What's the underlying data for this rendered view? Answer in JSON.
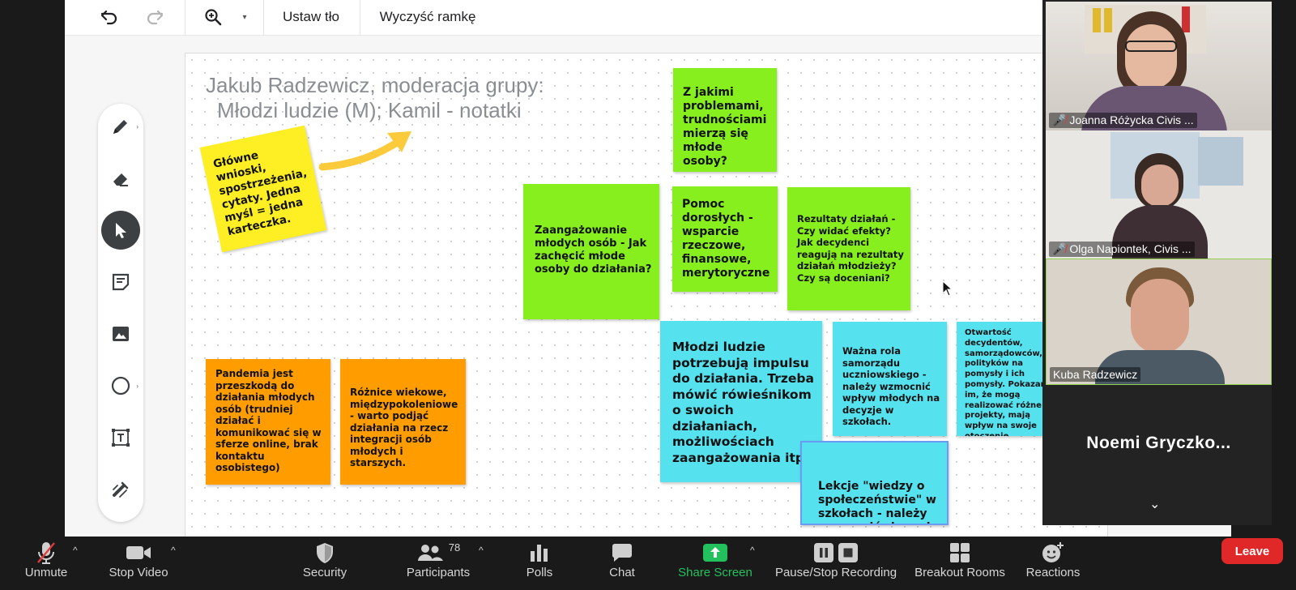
{
  "toolbar": {
    "undo_icon": "undo-icon",
    "redo_icon": "redo-icon",
    "zoom_icon": "zoom-icon",
    "set_background_label": "Ustaw tło",
    "clear_frame_label": "Wyczyść ramkę"
  },
  "board": {
    "title_line1": "Jakub Radzewicz, moderacja grupy:",
    "title_line2": "Młodzi ludzie (M); Kamil - notatki"
  },
  "notes": {
    "main_conclusions": "Główne wnioski, spostrzeżenia, cytaty. Jedna myśl = jedna karteczka.",
    "problems_question": "Z jakimi problemami, trudnościami mierzą się młode osoby?",
    "engagement": "Zaangażowanie młodych osób - Jak zachęcić młode osoby do działania?",
    "adult_help": "Pomoc dorosłych - wsparcie rzeczowe, finansowe, merytoryczne",
    "results": "Rezultaty działań - Czy widać efekty? Jak decydenci reagują na rezultaty działań młodzieży? Czy są doceniani?",
    "pandemic": "Pandemia jest przeszkodą do działania młodych osób (trudniej działać i komunikować się w sferze online, brak kontaktu osobistego)",
    "age_differences": "Różnice wiekowe, międzypokoleniowe - warto podjąć działania na rzecz integracji osób młodych i starszych.",
    "impulse": "Młodzi ludzie potrzebują impulsu do działania. Trzeba mówić rówieśnikom o swoich działaniach, możliwościach zaangażowania itp",
    "student_council": "Ważna rola samorządu uczniowskiego - należy wzmocnić wpływ młodych na decyzje w szkołach.",
    "openness": "Otwartość decydentów, samorządowców, polityków na pomysły i ich pomysły. Pokazanie im, że mogą realizować różne projekty, mają wpływ na swoje otoczenie.",
    "civics_lessons": "Lekcje \"wiedzy o społeczeństwie\" w szkołach - należy wzmocnić się nad"
  },
  "participants": [
    {
      "name": "Joanna Różycka Civis ...",
      "muted": true
    },
    {
      "name": "Olga Napiontek, Civis ...",
      "muted": true
    },
    {
      "name": "Kuba Radzewicz",
      "muted": false
    }
  ],
  "name_only_tile": "Noemi  Gryczko...",
  "meeting_bar": {
    "unmute": "Unmute",
    "stop_video": "Stop Video",
    "security": "Security",
    "participants": "Participants",
    "participants_count": "78",
    "polls": "Polls",
    "chat": "Chat",
    "share_screen": "Share Screen",
    "pause_stop_recording": "Pause/Stop Recording",
    "breakout_rooms": "Breakout Rooms",
    "reactions": "Reactions",
    "leave": "Leave"
  },
  "colors": {
    "note_green": "#86ef1d",
    "note_cyan": "#56e1ee",
    "note_orange": "#ff9d00",
    "note_yellow": "#fdef23",
    "share_green": "#22c15e",
    "leave_red": "#e02828",
    "active_speaker": "#8fd14f"
  }
}
